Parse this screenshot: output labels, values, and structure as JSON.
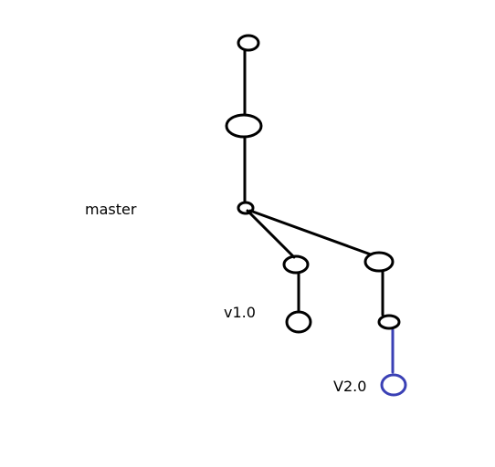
{
  "colors": {
    "main": "#000000",
    "highlight": "#3a40b5"
  },
  "labels": {
    "master": "master",
    "v1": "v1.0",
    "v2": "V2.0"
  }
}
